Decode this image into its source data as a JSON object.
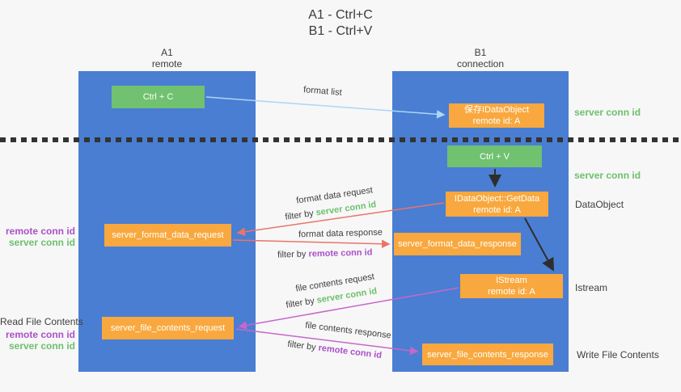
{
  "title": {
    "line1": "A1 - Ctrl+C",
    "line2": "B1 - Ctrl+V"
  },
  "columns": {
    "a": {
      "header_line1": "A1",
      "header_line2": "remote"
    },
    "b": {
      "header_line1": "B1",
      "header_line2": "connection"
    }
  },
  "nodes": {
    "ctrl_c": "Ctrl + C",
    "ctrl_v": "Ctrl + V",
    "save_idataobject_line1": "保存IDataObject",
    "save_idataobject_line2": "remote id: A",
    "getdata_line1": "IDataObject::GetData",
    "getdata_line2": "remote id: A",
    "istream_line1": "IStream",
    "istream_line2": "remote id: A",
    "format_request": "server_format_data_request",
    "format_response": "server_format_data_response",
    "file_request": "server_file_contents_request",
    "file_response": "server_file_contents_response"
  },
  "edge_labels": {
    "format_list": "format list",
    "format_data_request": "format data request",
    "format_data_response": "format data response",
    "file_contents_request": "file contents request",
    "file_contents_response": "file contents response",
    "filter_by": "filter by ",
    "server_conn_id": "server conn id",
    "remote_conn_id": "remote conn id"
  },
  "side_labels": {
    "left_remote_conn_id_1": "remote conn id",
    "left_server_conn_id_1": "server conn id",
    "read_file_contents": "Read File Contents",
    "left_remote_conn_id_2": "remote conn id",
    "left_server_conn_id_2": "server conn id",
    "right_server_conn_id_1": "server conn id",
    "right_server_conn_id_2": "server conn id",
    "dataobject": "DataObject",
    "istream": "Istream",
    "write_file_contents": "Write File Contents"
  },
  "colors": {
    "background": "#f7f7f7",
    "column_blue": "#4a7ed2",
    "box_green": "#70c170",
    "box_orange": "#f8a83e",
    "box_text": "#ffffff",
    "text_dark": "#3e3e3e",
    "accent_green": "#6cc06c",
    "accent_purple": "#ab50c8",
    "arrow_blue": "#a9d7f5",
    "arrow_red": "#e8756a",
    "arrow_purple": "#c667c9",
    "arrow_black": "#2e2e2e",
    "divider_dark": "#333333"
  }
}
